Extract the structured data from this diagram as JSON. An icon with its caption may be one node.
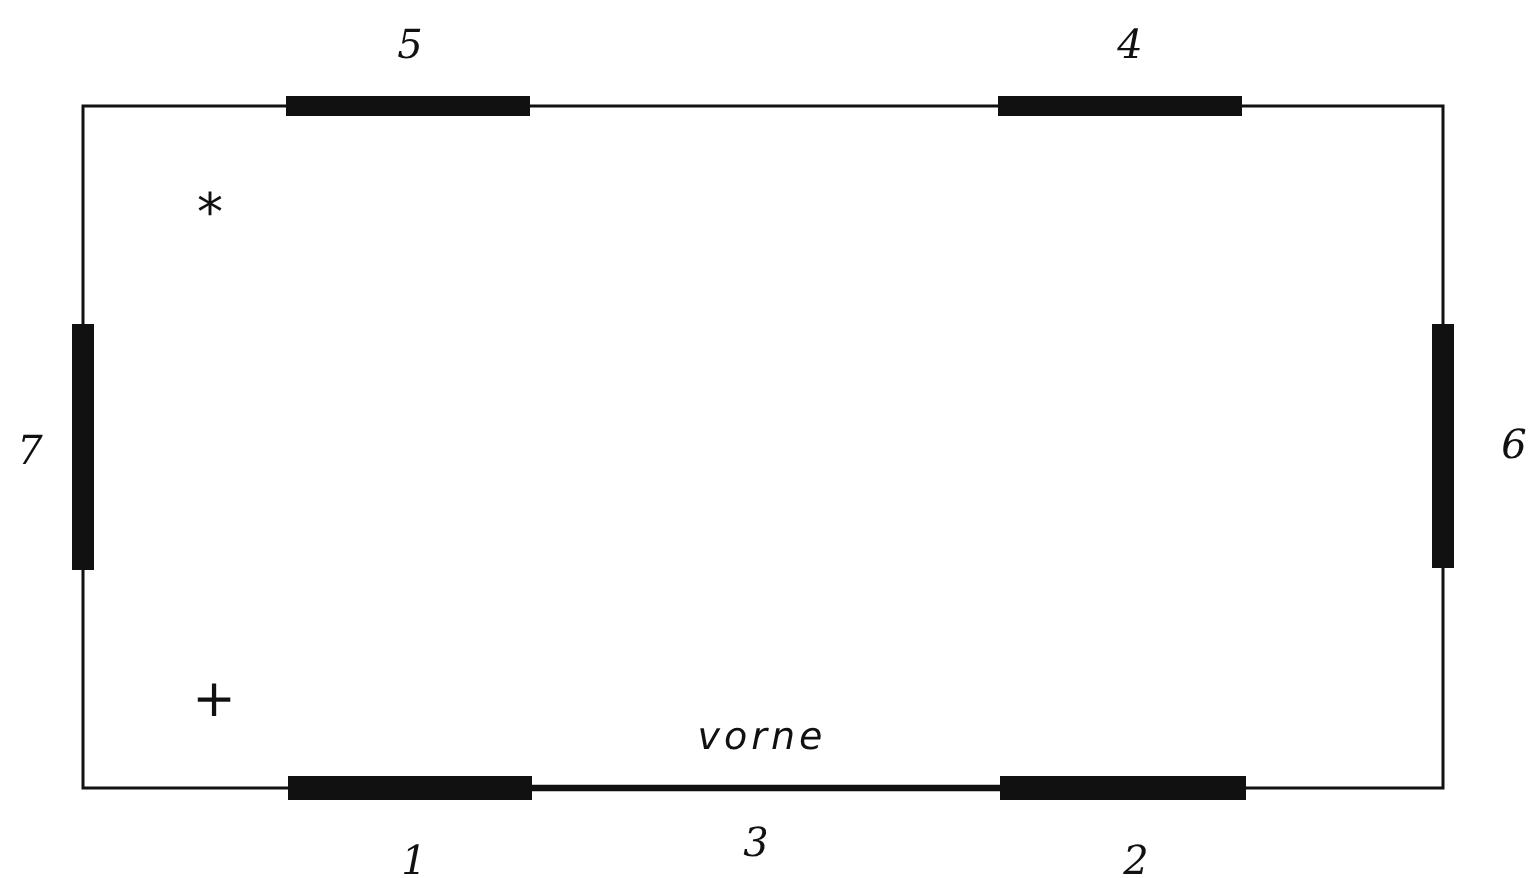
{
  "diagram": {
    "nodes": [
      {
        "text": [],
        "shape": "bar",
        "beside": [
          "5"
        ]
      },
      {
        "text": [],
        "shape": "bar",
        "beside": [
          "4"
        ]
      },
      {
        "text": [],
        "shape": "bar",
        "beside": [
          "7"
        ]
      },
      {
        "text": [],
        "shape": "bar",
        "beside": [
          "6"
        ]
      },
      {
        "text": [],
        "shape": "bar",
        "beside": [
          "1"
        ]
      },
      {
        "text": [],
        "shape": "bar",
        "beside": [
          "2"
        ]
      }
    ],
    "edges": [
      {
        "from": 0,
        "to": 1,
        "arrow": "none"
      },
      {
        "from": 1,
        "to": 3,
        "arrow": "none"
      },
      {
        "from": 3,
        "to": 5,
        "arrow": "none"
      },
      {
        "from": 5,
        "to": 4,
        "arrow": "none",
        "style": "thick"
      },
      {
        "from": 4,
        "to": 2,
        "arrow": "none"
      },
      {
        "from": 2,
        "to": 0,
        "arrow": "none"
      }
    ],
    "labels": [
      "*",
      "+",
      "vorne",
      "3"
    ]
  }
}
